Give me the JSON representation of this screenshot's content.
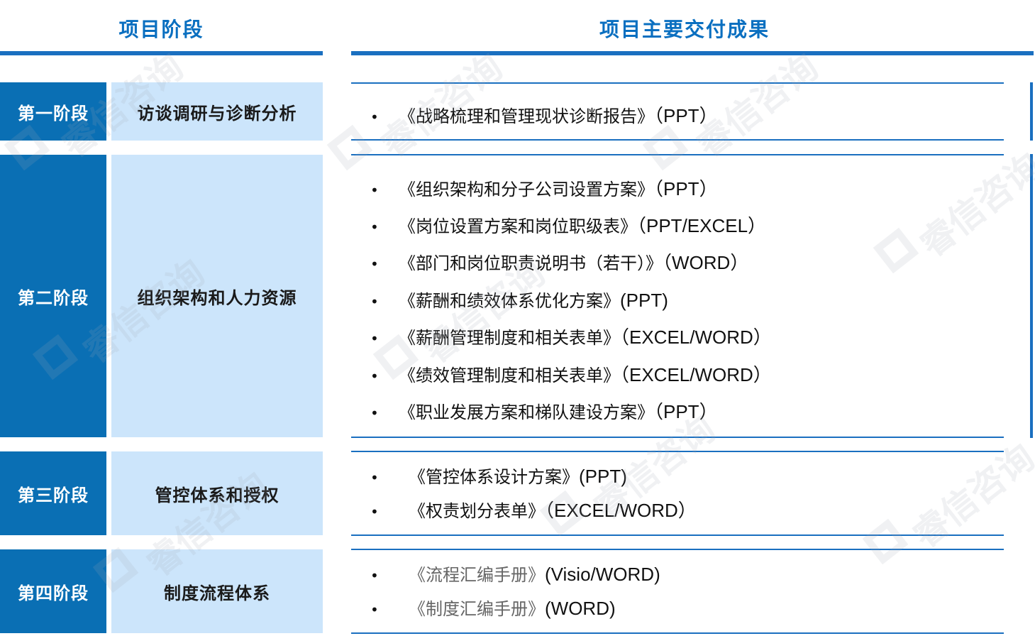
{
  "header": {
    "phase_title": "项目阶段",
    "deliverables_title": "项目主要交付成果"
  },
  "watermark": "睿信咨询",
  "stages": [
    {
      "label": "第一阶段",
      "name": "访谈调研与诊断分析",
      "deliverables": [
        {
          "title": "《战略梳理和管理现状诊断报告》",
          "format": "（PPT）"
        }
      ]
    },
    {
      "label": "第二阶段",
      "name": "组织架构和人力资源",
      "deliverables": [
        {
          "title": "《组织架构和分子公司设置方案》",
          "format": "（PPT）"
        },
        {
          "title": "《岗位设置方案和岗位职级表》",
          "format": "（PPT/EXCEL）"
        },
        {
          "title": "《部门和岗位职责说明书（若干）》",
          "format": "（WORD）"
        },
        {
          "title": "《薪酬和绩效体系优化方案》",
          "format": "(PPT)"
        },
        {
          "title": "《薪酬管理制度和相关表单》",
          "format": "（EXCEL/WORD）"
        },
        {
          "title": "《绩效管理制度和相关表单》",
          "format": "（EXCEL/WORD）"
        },
        {
          "title": "《职业发展方案和梯队建设方案》",
          "format": "（PPT）"
        }
      ]
    },
    {
      "label": "第三阶段",
      "name": "管控体系和授权",
      "deliverables": [
        {
          "title": "《管控体系设计方案》",
          "format": "(PPT)"
        },
        {
          "title": "《权责划分表单》",
          "format": "（EXCEL/WORD）"
        }
      ]
    },
    {
      "label": "第四阶段",
      "name": "制度流程体系",
      "deliverables": [
        {
          "title": "《流程汇编手册》",
          "format": "(Visio/WORD)"
        },
        {
          "title": "《制度汇编手册》",
          "format": "(WORD)"
        }
      ]
    }
  ],
  "colors": {
    "accent": "#0a6fb4",
    "light": "#cce5fb",
    "header_text": "#0a6fc0"
  }
}
